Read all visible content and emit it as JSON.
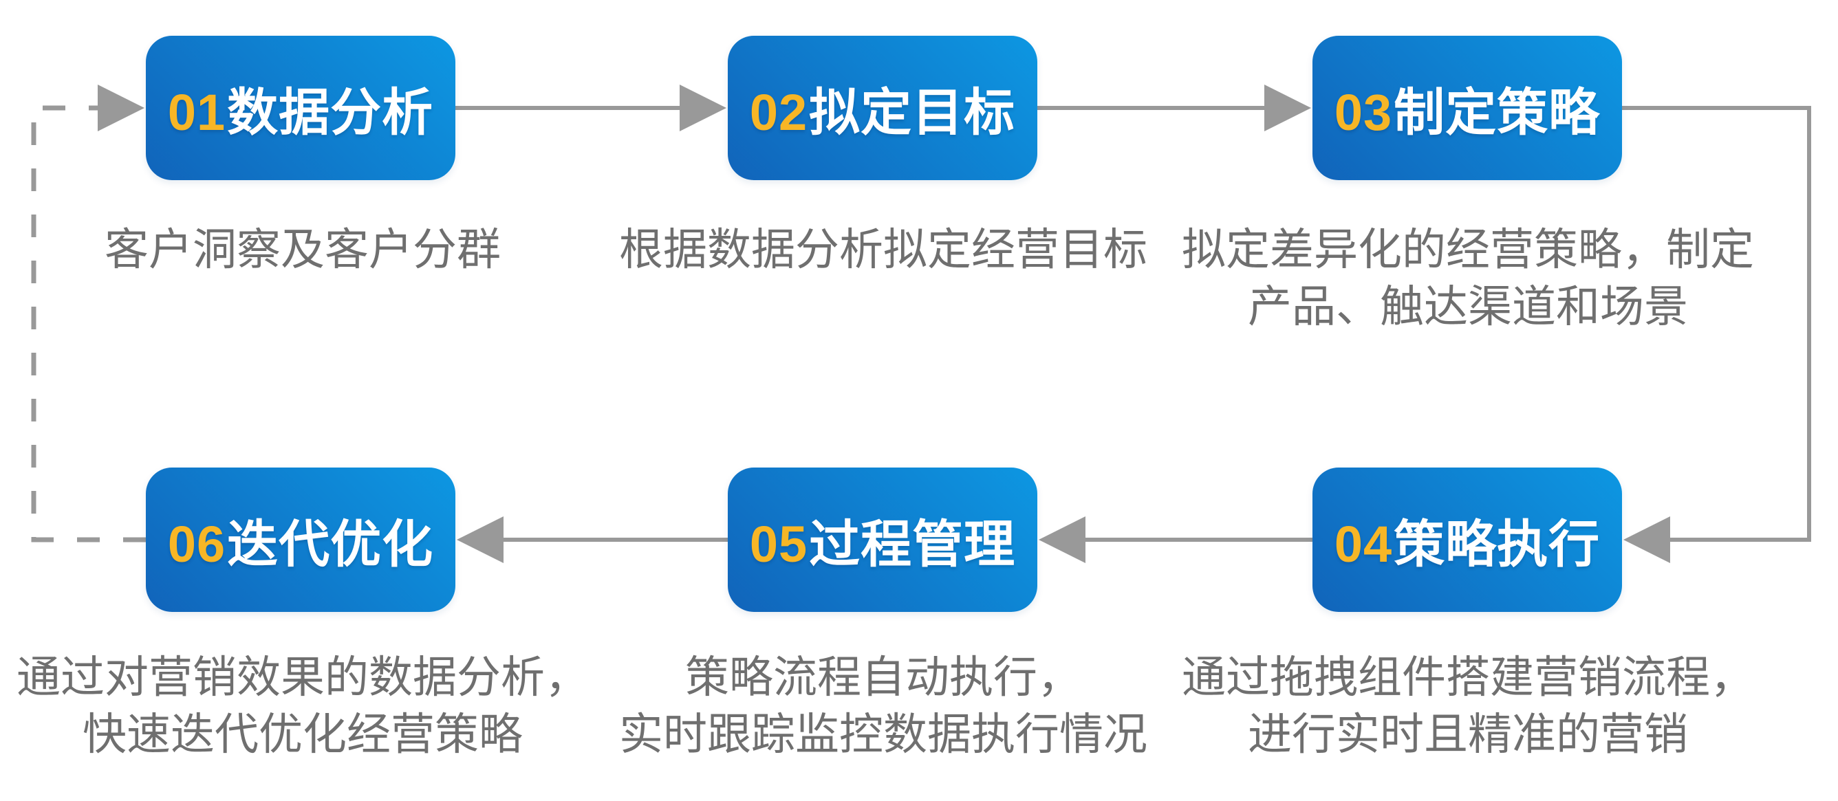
{
  "diagram": {
    "type": "process-flow-loop",
    "background": "#FFFFFF",
    "colors": {
      "box_gradient_light": "#0D97E2",
      "box_gradient_dark": "#1164BA",
      "step_number": "#F7B626",
      "step_title": "#FFFFFF",
      "connector": "#999999",
      "description_text": "#6F6F6F"
    },
    "flow_order": [
      "01",
      "02",
      "03",
      "04",
      "05",
      "06",
      "loop back to 01 (dashed)"
    ],
    "steps": [
      {
        "number": "01",
        "title": "数据分析",
        "description": "客户洞察及客户分群"
      },
      {
        "number": "02",
        "title": "拟定目标",
        "description": "根据数据分析拟定经营目标"
      },
      {
        "number": "03",
        "title": "制定策略",
        "description": "拟定差异化的经营策略，制定\n产品、触达渠道和场景"
      },
      {
        "number": "04",
        "title": "策略执行",
        "description": "通过拖拽组件搭建营销流程，\n进行实时且精准的营销"
      },
      {
        "number": "05",
        "title": "过程管理",
        "description": "策略流程自动执行，\n实时跟踪监控数据执行情况"
      },
      {
        "number": "06",
        "title": "迭代优化",
        "description": "通过对营销效果的数据分析，\n快速迭代优化经营策略"
      }
    ]
  }
}
